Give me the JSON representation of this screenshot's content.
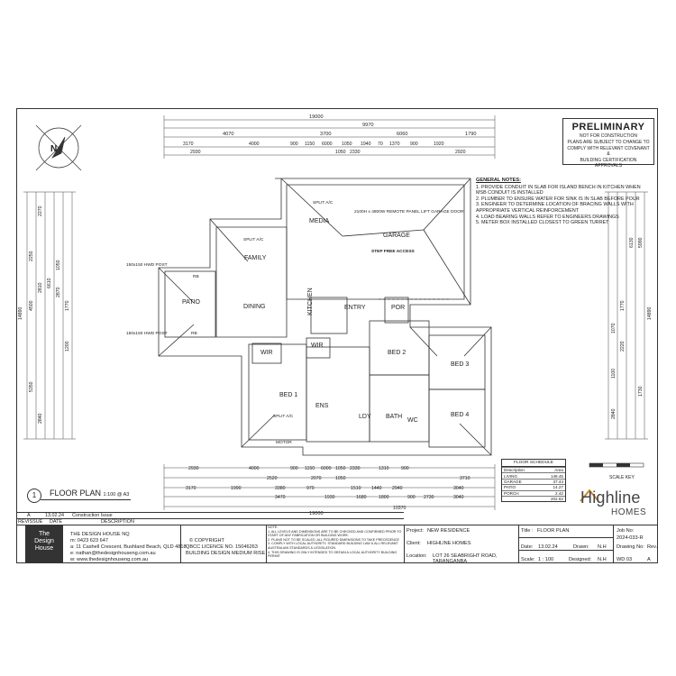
{
  "preliminary": {
    "title": "PRELIMINARY",
    "lines": [
      "NOT FOR CONSTRUCTION",
      "PLANS ARE SUBJECT TO CHANGE TO",
      "COMPLY WITH RELEVANT COVENANT &",
      "BUILDING CERTIFICATION APPROVALS"
    ]
  },
  "general_notes": {
    "heading": "GENERAL NOTES:",
    "items": [
      "1. PROVIDE CONDUIT IN SLAB FOR ISLAND BENCH IN KITCHEN WHEN MSB CONDUIT IS INSTALLED",
      "2. PLUMBER TO ENSURE WATER FOR SINK IS IN SLAB BEFORE POUR",
      "3. ENGINEER TO DETERMINE LOCATION OF BRACING WALLS WITH APPROPRIATE VERTICAL REINFORCEMENT",
      "4. LOAD BEARING WALLS REFER TO ENGINEERS DRAWINGS",
      "5. METER BOX INSTALLED CLOSEST TO GREEN TURRET"
    ]
  },
  "rooms": {
    "media": "MEDIA",
    "garage": "GARAGE",
    "family": "FAMILY",
    "patio": "PATIO",
    "dining": "DINING",
    "kitchen": "KITCHEN",
    "entry": "ENTRY",
    "por": "POR",
    "bed1": "BED 1",
    "bed2": "BED 2",
    "bed3": "BED 3",
    "bed4": "BED 4",
    "wir1": "WIR",
    "wir2": "WIR",
    "ens": "ENS",
    "ldy": "LDY",
    "bath": "BATH",
    "wc": "WC"
  },
  "annotations": {
    "split_ac": "SPLIT A/C",
    "motor": "MOTOR",
    "hwd_post_1": "150x150 HWD POST",
    "hwd_post_2": "150x150 HWD POST",
    "garage_door": "2100H x 4800W REMOTE PANEL LIFT GARAGE DOOR",
    "step_free": "STEP FREE ACCESS",
    "rb": "RB"
  },
  "dimensions": {
    "top_overall": "19000",
    "top_row2": [
      "9970",
      "1790"
    ],
    "top_row3": [
      "4070",
      "3700",
      "6060"
    ],
    "top_row4": [
      "3170",
      "4000",
      "900",
      "1150",
      "6000",
      "1050",
      "1940",
      "70",
      "1370",
      "900",
      "1920"
    ],
    "top_row5": [
      "2930",
      "1050",
      "2330",
      "2920"
    ],
    "left_overall": "14890",
    "left_dims": [
      "4500",
      "2250",
      "5350",
      "2810",
      "2840",
      "2270",
      "6610",
      "1050",
      "2870",
      "1770",
      "1200"
    ],
    "right_overall": "14890",
    "right_dims": [
      "5990",
      "6130",
      "1770",
      "2220",
      "2840",
      "1100",
      "1070",
      "1730"
    ],
    "bottom_row1": [
      "2930",
      "4000",
      "900",
      "1150",
      "6000",
      "1050",
      "2330",
      "1310",
      "900",
      "3710"
    ],
    "bottom_row2": [
      "3170",
      "1990",
      "2520",
      "2070",
      "1050",
      "2940",
      "3040"
    ],
    "bottom_row3": [
      "3380",
      "1930",
      "1680",
      "1800",
      "900",
      "2730",
      "3040"
    ],
    "bottom_row4": [
      "3470",
      "970",
      "1510",
      "1440"
    ],
    "bottom_overall": "19000",
    "bottom_extra": "10370"
  },
  "floor_plan_label": {
    "number": "1",
    "title": "FLOOR PLAN",
    "scale": "1:100 @ A3"
  },
  "floor_schedule": {
    "title": "FLOOR SCHEDULE",
    "headers": [
      "Description",
      "Area"
    ],
    "rows": [
      [
        "LIVING",
        "148.45"
      ],
      [
        "GARAGE",
        "37.44"
      ],
      [
        "PATIO",
        "14.27"
      ],
      [
        "PORCH",
        "2.42"
      ]
    ],
    "total": "202.62"
  },
  "scale_key": "SCALE KEY",
  "brand": {
    "name": "Highline",
    "sub": "HOMES"
  },
  "revision": {
    "rev": "A",
    "date": "13.02.24",
    "description": "Construction Issue",
    "headers": [
      "REV",
      "ISSUE",
      "DATE",
      "DESCRIPTION"
    ]
  },
  "designer": {
    "logo_lines": [
      "The",
      "Design",
      "House"
    ],
    "name": "THE DESIGN HOUSE NQ",
    "mobile": "m: 0423 623 647",
    "address": "a: 11 Cashell Crescent, Bushland Beach, QLD 4818",
    "email": "e: nathan@thedesignhouseng.com.au",
    "web": "w: www.thedesignhouseng.com.au"
  },
  "copyright": {
    "title": "© COPYRIGHT",
    "licence": "QBCC LICENCE NO. 15046263",
    "category": "BUILDING DESIGN MEDIUM RISE"
  },
  "notes_small": [
    "NOTE:",
    "1. ALL LEVELS AND DIMENSIONS ARE TO BE CHECKED AND CONFIRMED PRIOR TO START OF ANY FABRICATION OR BUILDING WORK.",
    "2. PLANS NOT TO BE SCALED, ALL FIGURED DIMENSIONS TO TAKE PRECEDENCE",
    "3. COMPLY WITH LOCAL AUTHORITY, STANDARD BUILDING LAW & ALL RELEVANT AUSTRALIAN STANDARDS & LEGISLATION.",
    "4. THIS DRAWING IS ONLY INTENDED TO OBTAIN A LOCAL AUTHORITY BUILDING PERMIT"
  ],
  "project": {
    "project_label": "Project:",
    "project": "NEW RESIDENCE",
    "client_label": "Client:",
    "client": "HIGHLINE HOMES",
    "location_label": "Location:",
    "location_1": "LOT 26 SEABRIGHT ROAD,",
    "location_2": "TARANGANBA"
  },
  "titleblock": {
    "title_label": "Title :",
    "title": "FLOOR PLAN",
    "date_label": "Date:",
    "date": "13.02.24",
    "drawn_label": "Drawn:",
    "drawn": "N.H",
    "scale_label": "Scale:",
    "scale": "1 : 100",
    "designed_label": "Designed:",
    "designed": "N.H",
    "job_label": "Job No:",
    "job": "2024-033-R",
    "drawing_label": "Drawing No:",
    "drawing": "WD 03",
    "rev_label": "Rev.",
    "rev": "A"
  }
}
